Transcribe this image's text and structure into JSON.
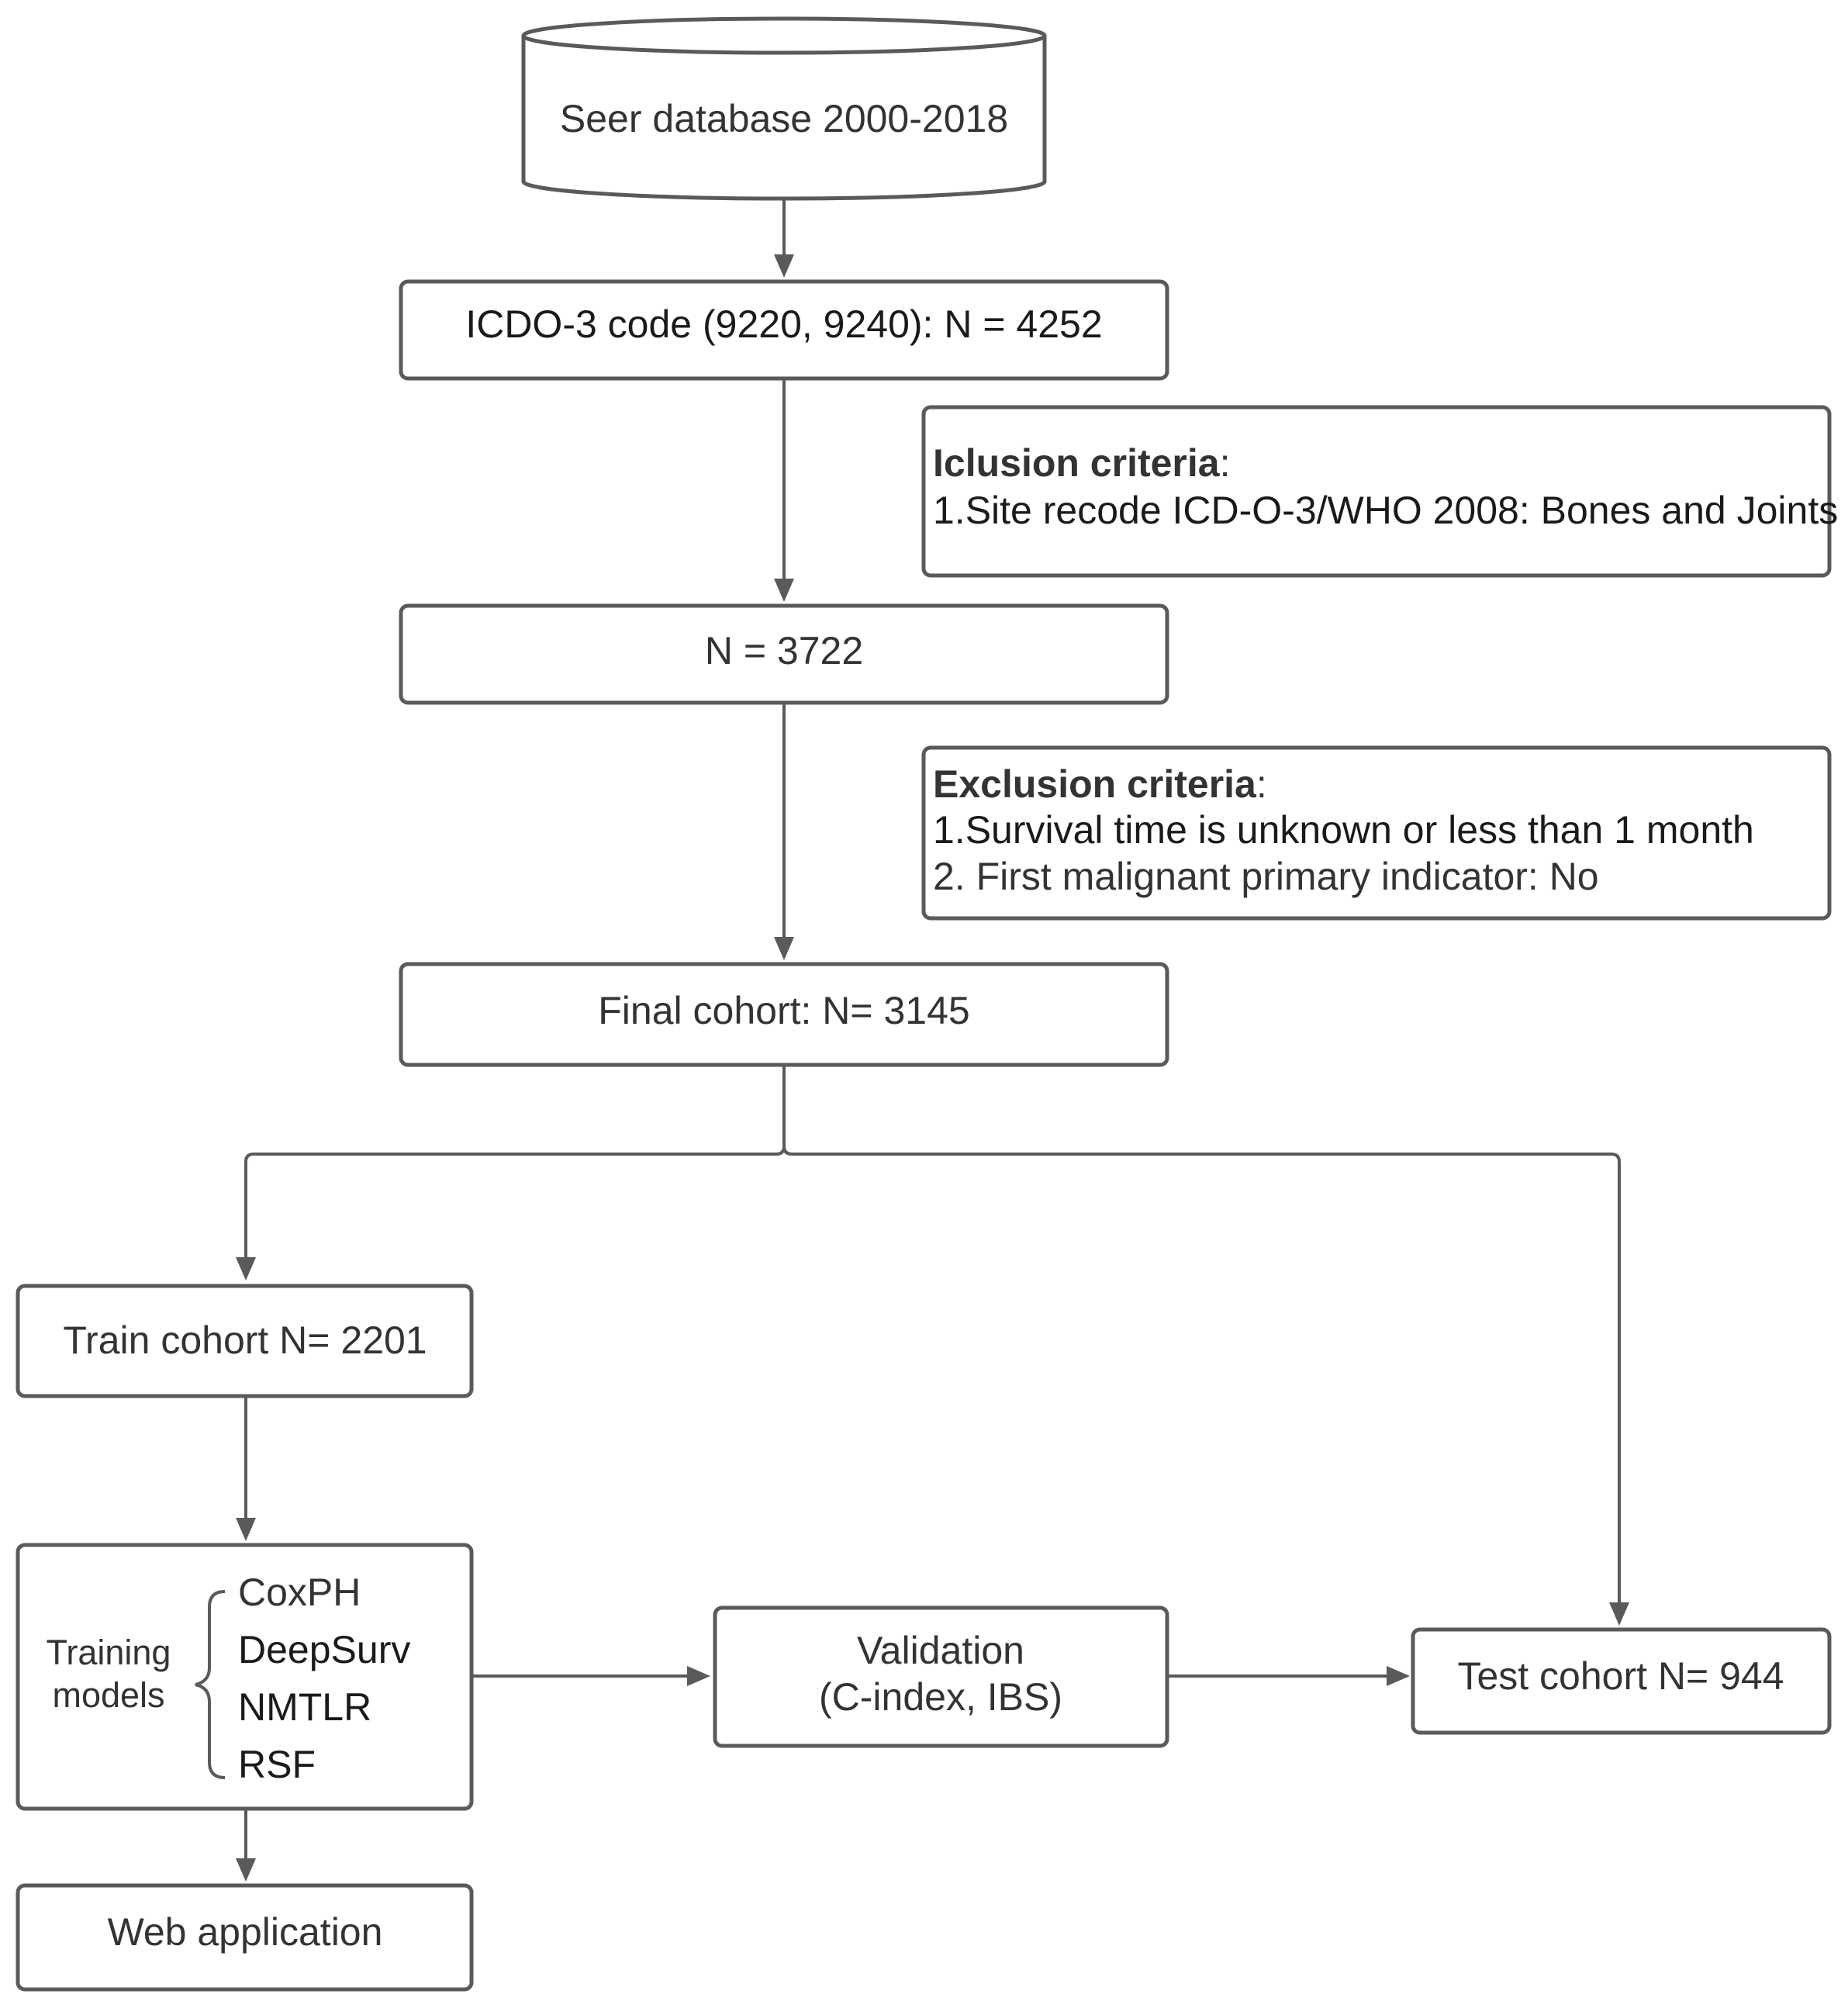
{
  "source": {
    "label": "Seer database 2000-2018"
  },
  "steps": {
    "icdo": "ICDO-3 code (9220, 9240): N =  4252",
    "after_inclusion": "N = 3722",
    "final": "Final cohort: N= 3145"
  },
  "inclusion": {
    "title": "Iclusion criteria",
    "colon": ":",
    "items": [
      "1.Site recode ICD-O-3/WHO 2008: Bones and Joints"
    ]
  },
  "exclusion": {
    "title": "Exclusion criteria",
    "colon": ":",
    "items": [
      "1.Survival time is unknown or less than 1 month",
      "2. First malignant primary indicator: No"
    ]
  },
  "train": {
    "label": "Train cohort N= 2201"
  },
  "training_models": {
    "label_lines": [
      "Training",
      "models"
    ],
    "models": [
      "CoxPH",
      "DeepSurv",
      "NMTLR",
      "RSF"
    ]
  },
  "validation": {
    "lines": [
      "Validation",
      "(C-index, IBS)"
    ]
  },
  "test": {
    "label": "Test cohort N= 944"
  },
  "web_app": {
    "label": "Web application"
  },
  "colors": {
    "stroke": "#5a5a5a",
    "text": "#333333",
    "text_dark": "#1a1a1a",
    "background": "#ffffff"
  }
}
